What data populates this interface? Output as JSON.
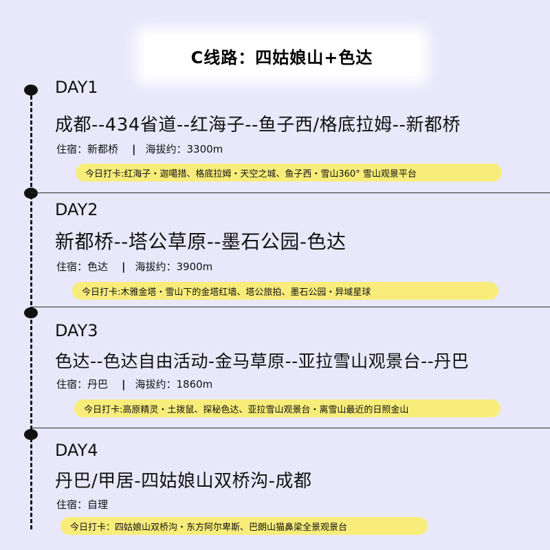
{
  "title": "C线路：四姑娘山+色达",
  "days": [
    {
      "label": "DAY1",
      "route": "成都--434省道--红海子--鱼子西/格底拉姆--新都桥",
      "lodging": "住宿：新都桥",
      "separator": "|",
      "altitude": "海拔约：3300m",
      "checkin": "今日打卡:红海子・迦噶措、格底拉姆・天空之城、鱼子西・雪山360° 雪山观景平台"
    },
    {
      "label": "DAY2",
      "route": "新都桥--塔公草原--墨石公园-色达",
      "lodging": "住宿：色达",
      "separator": "|",
      "altitude": "海拔约：3900m",
      "checkin": "今日打卡:木雅金塔・雪山下的金塔红墙、塔公旅拍、墨石公园・异域星球"
    },
    {
      "label": "DAY3",
      "route": "色达--色达自由活动-金马草原--亚拉雪山观景台--丹巴",
      "lodging": "住宿：丹巴",
      "separator": "|",
      "altitude": "海拔约：1860m",
      "checkin": "今日打卡:高原精灵・土拨鼠、探秘色达、亚拉雪山观景台・离雪山最近的日照金山"
    },
    {
      "label": "DAY4",
      "route": "丹巴/甲居-四姑娘山双桥沟-成都",
      "lodging": "住宿：自理",
      "checkin": "今日打卡：四姑娘山双桥沟・东方阿尔卑斯、巴朗山猫鼻梁全景观景台"
    }
  ]
}
